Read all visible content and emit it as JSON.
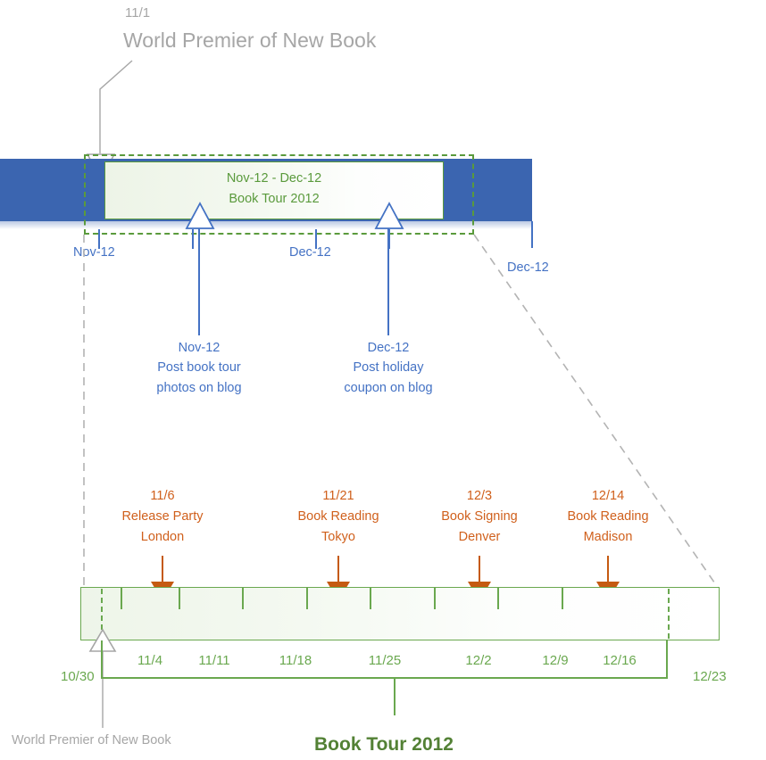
{
  "colors": {
    "blue_lane": "#3b65b0",
    "blue_accent": "#4472c4",
    "green_phase": "#5a9a3c",
    "green_timeline": "#6aa84f",
    "green_title": "#538135",
    "orange_event": "#c55a11",
    "gray_callout": "#a6a6a6"
  },
  "top_callout": {
    "date": "11/1",
    "title": "World Premier of New Book"
  },
  "phase": {
    "range_label": "Nov-12 - Dec-12",
    "name": "Book Tour 2012"
  },
  "lane_axis": {
    "ticks": [
      {
        "label": "Nov-12"
      },
      {
        "label": ""
      },
      {
        "label": "Dec-12"
      },
      {
        "label": ""
      },
      {
        "label": "Dec-12"
      }
    ]
  },
  "milestones": [
    {
      "date": "Nov-12",
      "line1": "Post book tour",
      "line2": "photos on blog"
    },
    {
      "date": "Dec-12",
      "line1": "Post holiday",
      "line2": "coupon on blog"
    }
  ],
  "events": [
    {
      "date": "11/6",
      "line1": "Release Party",
      "line2": "London"
    },
    {
      "date": "11/21",
      "line1": "Book Reading",
      "line2": "Tokyo"
    },
    {
      "date": "12/3",
      "line1": "Book Signing",
      "line2": "Denver"
    },
    {
      "date": "12/14",
      "line1": "Book Reading",
      "line2": "Madison"
    }
  ],
  "timeline_axis": {
    "start_label": "10/30",
    "end_label": "12/23",
    "ticks": [
      "11/4",
      "11/11",
      "11/18",
      "11/25",
      "12/2",
      "12/9",
      "12/16"
    ]
  },
  "bottom_callout": {
    "title": "World Premier of New Book"
  },
  "bottom_title": {
    "text": "Book Tour 2012"
  },
  "chart_data": {
    "type": "timeline",
    "title": "Book Tour 2012",
    "swimlane": {
      "name": "Book Tour 2012",
      "range": "Nov-12 - Dec-12",
      "axis_ticks": [
        "Nov-12",
        "Dec-12",
        "Dec-12"
      ]
    },
    "milestones": [
      {
        "date": "11/1",
        "label": "World Premier of New Book"
      },
      {
        "date": "Nov-12",
        "label": "Post book tour photos on blog"
      },
      {
        "date": "Dec-12",
        "label": "Post holiday coupon on blog"
      }
    ],
    "detail_timeline": {
      "range": [
        "10/30",
        "12/23"
      ],
      "ticks": [
        "11/4",
        "11/11",
        "11/18",
        "11/25",
        "12/2",
        "12/9",
        "12/16"
      ],
      "events": [
        {
          "date": "11/6",
          "label": "Release Party London"
        },
        {
          "date": "11/21",
          "label": "Book Reading Tokyo"
        },
        {
          "date": "12/3",
          "label": "Book Signing Denver"
        },
        {
          "date": "12/14",
          "label": "Book Reading Madison"
        }
      ]
    }
  }
}
